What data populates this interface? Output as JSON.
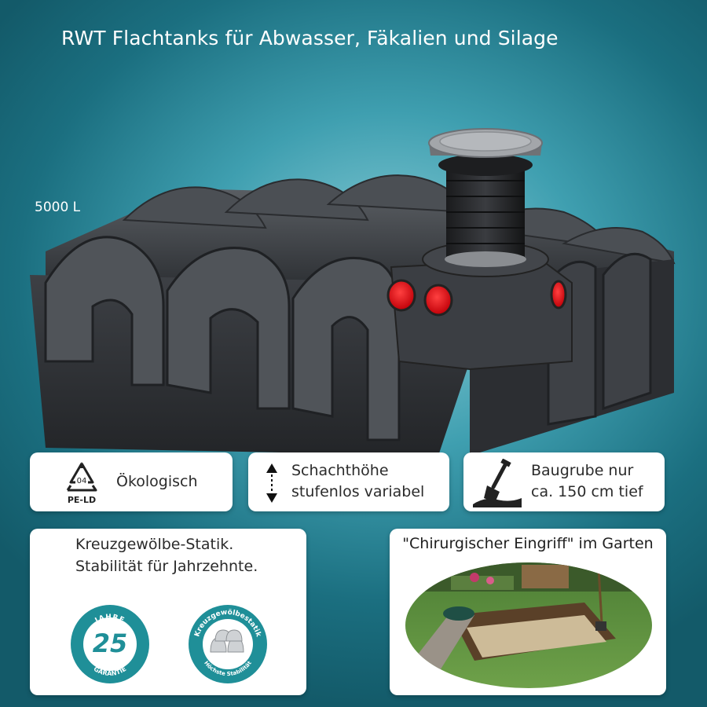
{
  "title": "RWT Flachtanks für Abwasser, Fäkalien und Silage",
  "capacity": "5000 L",
  "features": [
    {
      "icon": "recycling-pe-ld-icon",
      "recycle_code": "04",
      "recycle_material": "PE-LD",
      "label": "Ökologisch"
    },
    {
      "icon": "up-down-arrow-icon",
      "line1": "Schachthöhe",
      "line2": "stufenlos variabel"
    },
    {
      "icon": "shovel-icon",
      "line1": "Baugrube nur",
      "line2": "ca. 150 cm tief"
    }
  ],
  "statics_card": {
    "line1": "Kreuzgewölbe-Statik.",
    "line2": "Stabilität für Jahrzehnte.",
    "badge_guarantee": {
      "top": "JAHRE",
      "number": "25",
      "bottom": "GARANTIE"
    },
    "badge_statics": {
      "top": "Kreuzgewölbestatik",
      "bottom": "Höchste Stabilität"
    }
  },
  "garden_card": {
    "title": "\"Chirurgischer Eingriff\" im Garten"
  },
  "colors": {
    "accent_teal": "#1f8f98",
    "tank": "#3a3d41",
    "port_red": "#e0000b"
  }
}
